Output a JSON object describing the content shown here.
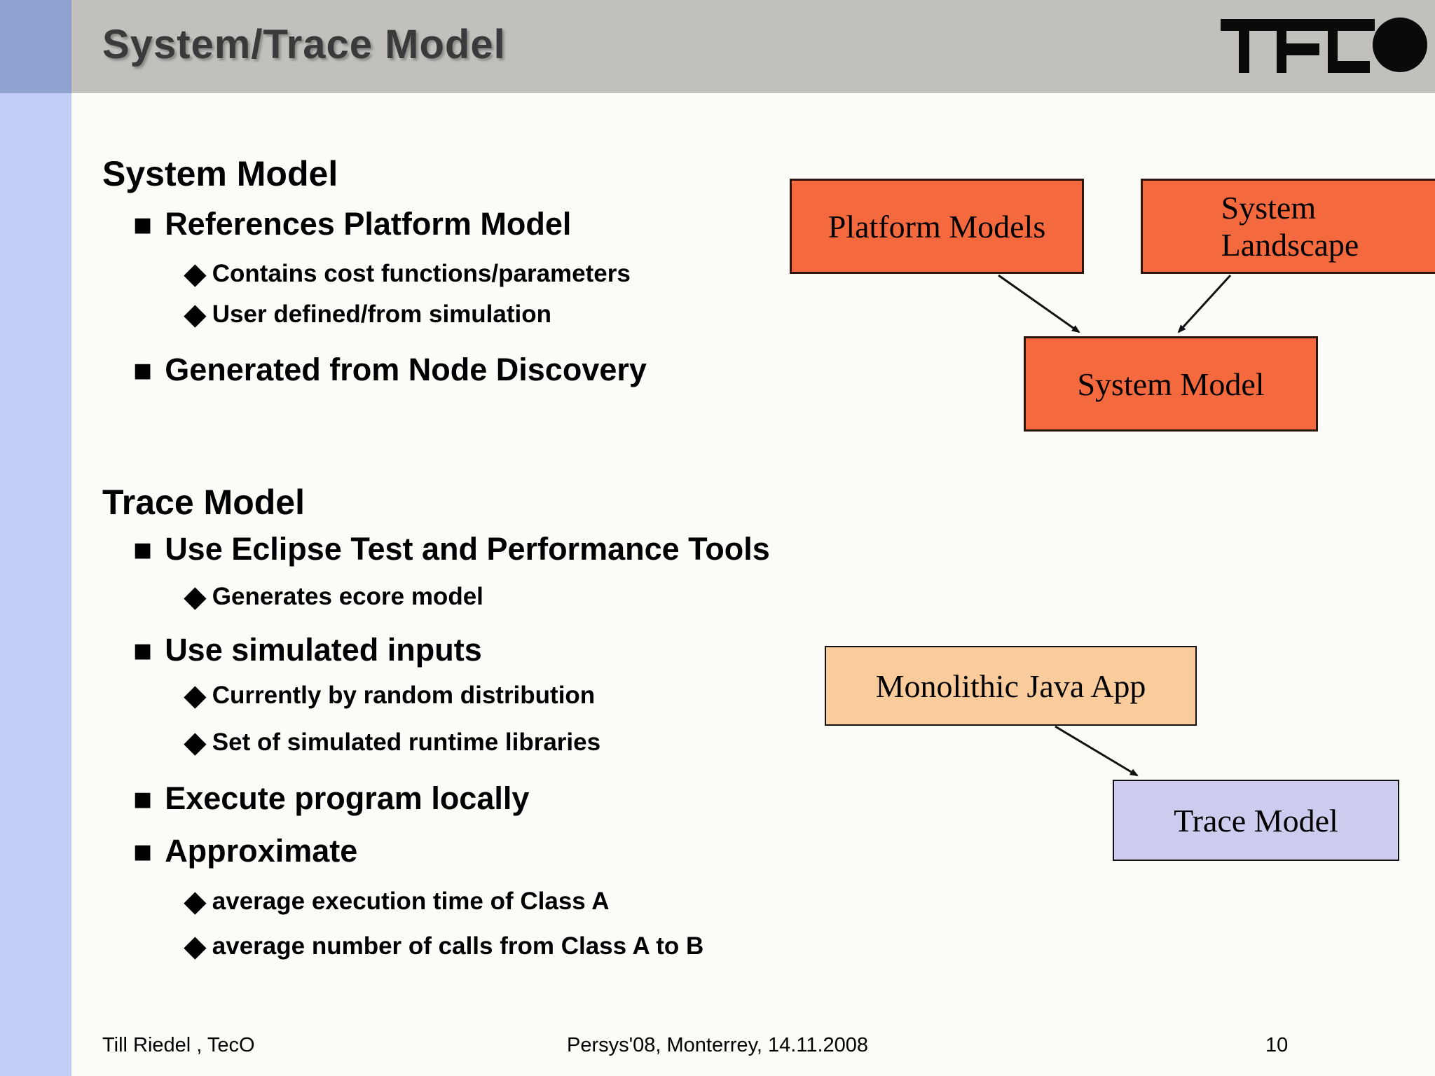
{
  "header": {
    "title": "System/Trace Model",
    "logo": "teco-logo"
  },
  "bullets": {
    "square": "■",
    "diamond": "◆"
  },
  "system_section": {
    "heading": "System Model",
    "items": [
      {
        "level": 1,
        "text": "References Platform Model"
      },
      {
        "level": 2,
        "text": "Contains cost functions/parameters"
      },
      {
        "level": 2,
        "text": "User defined/from simulation"
      },
      {
        "level": 1,
        "text": "Generated from Node Discovery"
      }
    ]
  },
  "trace_section": {
    "heading": "Trace Model",
    "items": [
      {
        "level": 1,
        "text": "Use Eclipse Test and Performance Tools"
      },
      {
        "level": 2,
        "text": "Generates ecore model"
      },
      {
        "level": 1,
        "text": "Use simulated inputs"
      },
      {
        "level": 2,
        "text": "Currently by random distribution"
      },
      {
        "level": 2,
        "text": "Set of simulated runtime libraries"
      },
      {
        "level": 1,
        "text": "Execute program locally"
      },
      {
        "level": 1,
        "text": "Approximate"
      },
      {
        "level": 2,
        "text": "average execution time of Class A"
      },
      {
        "level": 2,
        "text": "average number of calls from Class A to B"
      }
    ]
  },
  "diagram_top": {
    "nodes": [
      {
        "id": "platform-models",
        "label": "Platform Models",
        "fill": "#F4693E"
      },
      {
        "id": "system-landscape",
        "label": "System\nLandscape",
        "fill": "#F4693E"
      },
      {
        "id": "system-model",
        "label": "System Model",
        "fill": "#F4693E"
      }
    ],
    "edges": [
      {
        "from": "platform-models",
        "to": "system-model"
      },
      {
        "from": "system-landscape",
        "to": "system-model"
      }
    ]
  },
  "diagram_bottom": {
    "nodes": [
      {
        "id": "monolithic-java-app",
        "label": "Monolithic Java App",
        "fill": "#FACC9B"
      },
      {
        "id": "trace-model",
        "label": "Trace Model",
        "fill": "#CDCBEE"
      }
    ],
    "edges": [
      {
        "from": "monolithic-java-app",
        "to": "trace-model"
      }
    ]
  },
  "footer": {
    "author": "Till Riedel , TecO",
    "event": "Persys'08, Monterrey, 14.11.2008",
    "page_number": "10"
  },
  "colors": {
    "header_bg": "#C1C0BC",
    "sidebar_bg": "#C0CDF6",
    "corner_accent": "#8EA2D0",
    "title_text": "#3A3A3A",
    "box_orange": "#F4693E",
    "box_peach": "#FACC9B",
    "box_lavender": "#CDCBEE",
    "body_bg": "#FBFBF7"
  }
}
